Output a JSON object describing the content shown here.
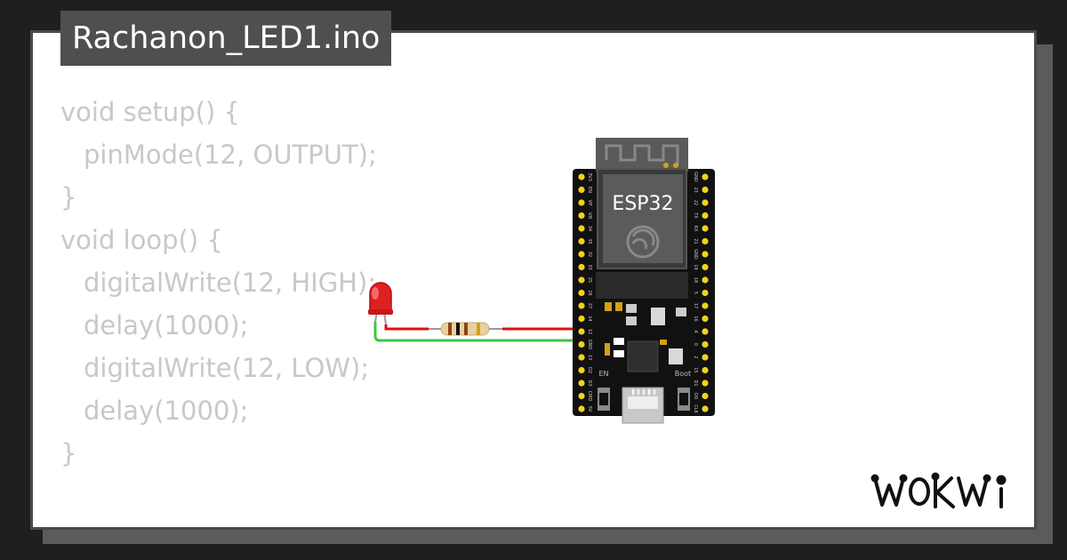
{
  "project": {
    "filename": "Rachanon_LED1.ino"
  },
  "code_lines": [
    {
      "text": "void setup() {",
      "indent": false
    },
    {
      "text": "pinMode(12, OUTPUT);",
      "indent": true
    },
    {
      "text": "}",
      "indent": false
    },
    {
      "text": "void loop() {",
      "indent": false
    },
    {
      "text": "digitalWrite(12, HIGH);",
      "indent": true
    },
    {
      "text": "delay(1000);",
      "indent": true
    },
    {
      "text": "digitalWrite(12, LOW);",
      "indent": true
    },
    {
      "text": "delay(1000);",
      "indent": true
    },
    {
      "text": "}",
      "indent": false
    }
  ],
  "board": {
    "label": "ESP32",
    "button_en": "EN",
    "button_boot": "Boot",
    "left_pins": [
      "3V3",
      "EN",
      "VP",
      "VN",
      "34",
      "35",
      "32",
      "33",
      "25",
      "26",
      "27",
      "14",
      "12",
      "GND",
      "13",
      "D2",
      "D3",
      "CMD",
      "5V"
    ],
    "right_pins": [
      "GND",
      "23",
      "22",
      "TX",
      "RX",
      "21",
      "GND",
      "19",
      "18",
      "5",
      "17",
      "16",
      "4",
      "0",
      "2",
      "15",
      "D1",
      "D0",
      "CLK"
    ]
  },
  "colors": {
    "background": "#1f1f1f",
    "card": "#ffffff",
    "tab": "#4f4f4f",
    "code_text": "#c8c8c8",
    "wire_signal": "#e01010",
    "wire_ground": "#3cc83c",
    "led": "#e02020"
  },
  "brand": {
    "logo_text": "WOKWi"
  }
}
